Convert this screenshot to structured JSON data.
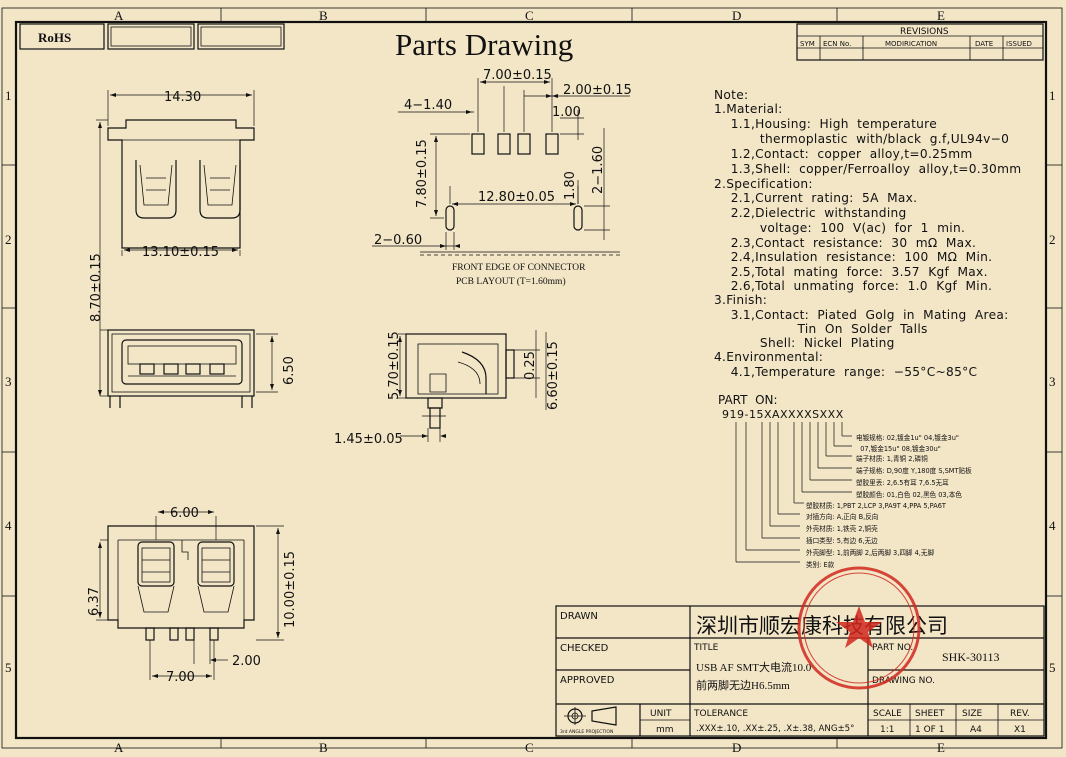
{
  "title": "Parts Drawing",
  "rohs": "RoHS",
  "border": {
    "cols": [
      "A",
      "B",
      "C",
      "D",
      "E"
    ],
    "rows": [
      "1",
      "2",
      "3",
      "4",
      "5"
    ]
  },
  "revisions": {
    "title": "REVISIONS",
    "headers": [
      "SYM",
      "ECN No.",
      "MODIRICATION",
      "DATE",
      "ISSUED"
    ]
  },
  "dims": {
    "top_width": "14.30",
    "top_inner": "13.10±0.15",
    "height_870": "8.70±0.15",
    "height_650": "6.50",
    "pcb_700": "7.00±0.15",
    "pcb_200": "2.00±0.15",
    "pcb_4x140": "4−1.40",
    "pcb_100": "1.00",
    "pcb_780": "7.80±0.15",
    "pcb_160": "2−1.60",
    "pcb_1280": "12.80±0.05",
    "pcb_180": "1.80",
    "pcb_260": "2−0.60",
    "pcb_caption_1": "FRONT EDGE OF CONNECTOR",
    "pcb_caption_2": "PCB  LAYOUT  (T=1.60mm)",
    "side_570": "5.70±0.15",
    "side_025": "0.25",
    "side_660": "6.60±0.15",
    "side_145": "1.45±0.05",
    "bot_600": "6.00",
    "bot_637": "6.37",
    "bot_1000": "10.00±0.15",
    "bot_200": "2.00",
    "bot_700": "7.00"
  },
  "notes": [
    "Note:",
    "1.Material:",
    "    1.1,Housing:  High  temperature",
    "           thermoplastic  with/black  g.f,UL94v−0",
    "    1.2,Contact:  copper  alloy,t=0.25mm",
    "    1.3,Shell:  copper/Ferroalloy  alloy,t=0.30mm",
    "2.Specification:",
    "    2.1,Current  rating:  5A  Max.",
    "    2.2,Dielectric  withstanding",
    "           voltage:  100  V(ac)  for  1  min.",
    "    2.3,Contact  resistance:  30  mΩ  Max.",
    "    2.4,Insulation  resistance:  100  MΩ  Min.",
    "    2.5,Total  mating  force:  3.57  Kgf  Max.",
    "    2.6,Total  unmating  force:  1.0  Kgf  Min.",
    "3.Finish:",
    "    3.1,Contact:  Piated  Golg  in  Mating  Area:",
    "                    Tin  On  Solder  Talls",
    "           Shell:  Nickel  Plating",
    "4.Environmental:",
    "    4.1,Temperature  range:  −55°C~85°C"
  ],
  "part_on": {
    "label": "PART  ON:",
    "code": "919-15XAXXXXSXXX",
    "legend": [
      "电镀规格: 02,镀金1u\" 04,镀金3u\"",
      "  07,镀金15u\" 08,镀金30u\"",
      "端子材质: 1,青铜 2,磷铜",
      "端子规格: D,90度 Y,180度 S,SMT贴板",
      "塑胶里丢: 2,6.5有耳 7,6.5无耳",
      "塑胶颜色: 01,白色 02,黑色 03,本色",
      "塑胶材质: 1,PBT 2,LCP 3,PA9T 4,PPA 5,PA6T",
      "对插方向: A,正向 B,反向",
      "外壳材质: 1,铁壳 2,铜壳",
      "插口类型: 5,有边 6,无边",
      "外壳脚型: 1,前两脚 2,后两脚 3,四脚 4,无脚",
      "类别: E款"
    ]
  },
  "title_block": {
    "drawn": "DRAWN",
    "checked": "CHECKED",
    "approved": "APPROVED",
    "company": "深圳市顺宏康科技有限公司",
    "title_label": "TITLE",
    "title_1": "USB AF SMT大电流10.0",
    "title_2": "前两脚无边H6.5mm",
    "part_no_label": "PART NO.",
    "part_no": "SHK-30113",
    "drawing_no_label": "DRAWING  NO.",
    "unit_label": "UNIT",
    "unit": "mm",
    "projection": "3rd ANGLE PROJECTION",
    "tolerance_label": "TOLERANCE",
    "tolerance": ".XXX±.10, .XX±.25, .X±.38, ANG±5°",
    "scale_label": "SCALE",
    "scale": "1:1",
    "sheet_label": "SHEET",
    "sheet": "1  OF  1",
    "size_label": "SIZE",
    "size": "A4",
    "rev_label": "REV.",
    "rev": "X1"
  },
  "colors": {
    "paper": "#f3e6c7",
    "ink": "#111111",
    "stamp": "#d2281e"
  }
}
